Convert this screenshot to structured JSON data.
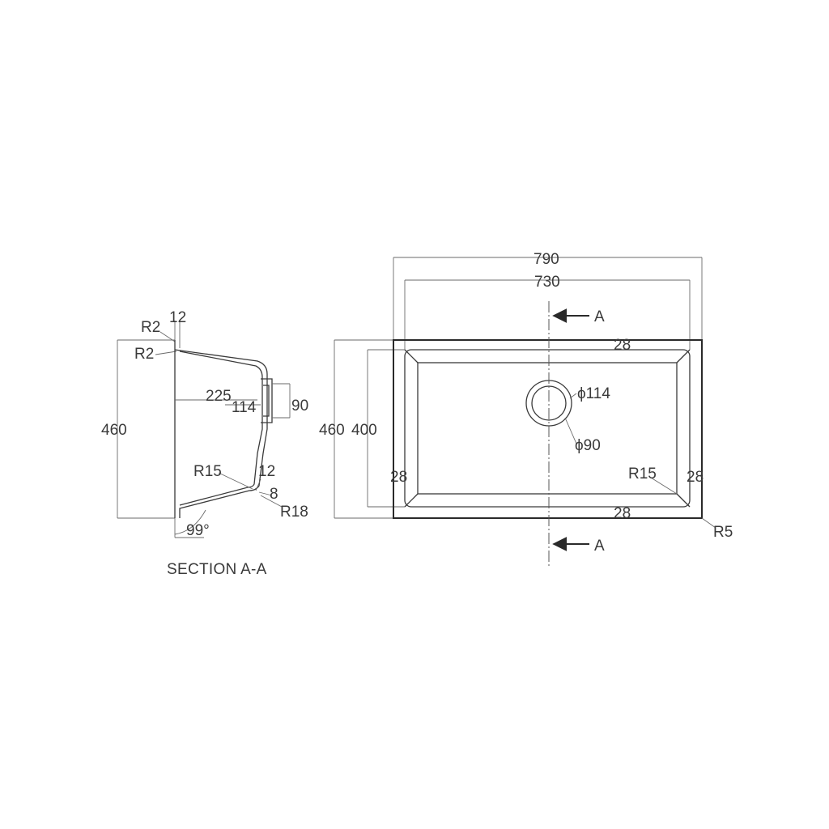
{
  "section_view": {
    "caption": "SECTION A-A",
    "labels": {
      "r2_top": "R2",
      "wall_12_top": "12",
      "r2_inner": "R2",
      "height_460": "460",
      "depth_225": "225",
      "outlet_114": "114",
      "outlet_90": "90",
      "r15": "R15",
      "wall_12_bottom": "12",
      "wall_8": "8",
      "r18": "R18",
      "angle_99": "99°"
    }
  },
  "plan_view": {
    "labels": {
      "width_790": "790",
      "width_730": "730",
      "section_arrow_top": "A",
      "section_arrow_bottom": "A",
      "rim_top_28": "28",
      "rim_bottom_28": "28",
      "rim_left_28": "28",
      "rim_right_28": "28",
      "height_460": "460",
      "height_400": "400",
      "drain_phi114": "ϕ114",
      "drain_phi90": "ϕ90",
      "r15": "R15",
      "r5": "R5"
    }
  }
}
